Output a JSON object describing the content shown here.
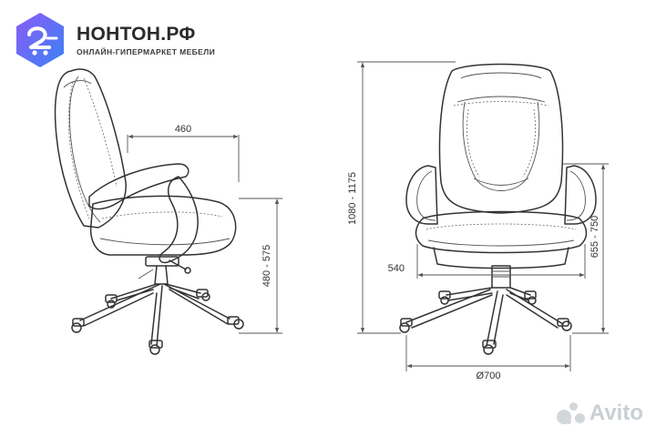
{
  "brand": {
    "name": "НОНТОН.РФ",
    "tagline": "ОНЛАЙН-ГИПЕРМАРКЕТ МЕБЕЛИ"
  },
  "dimensions": {
    "depth": "460",
    "seat_height": "480 - 575",
    "total_height": "1080 - 1175",
    "armrest_height": "655 - 750",
    "width": "540",
    "base_diameter": "Ø700"
  },
  "watermark": "Avito",
  "colors": {
    "logo_gradient_start": "#8a5cf6",
    "logo_gradient_end": "#3b82f6",
    "line": "#333333",
    "watermark": "#c9cfd3"
  }
}
